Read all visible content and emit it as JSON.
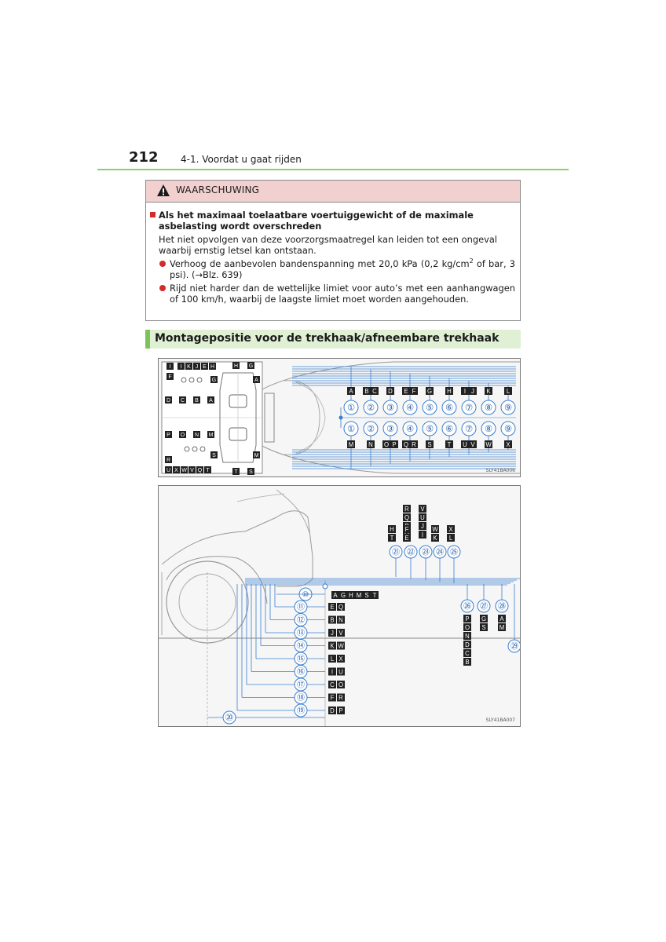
{
  "header": {
    "page_number": "212",
    "chapter": "4-1. Voordat u gaat rijden"
  },
  "warning": {
    "title": "WAARSCHUWING",
    "heading": "Als het maximaal toelaatbare voertuiggewicht of de maximale asbelasting wordt overschreden",
    "paragraph": "Het niet opvolgen van deze voorzorgsmaatregel kan leiden tot een ongeval waarbij ernstig letsel kan ontstaan.",
    "bullet1_text": "Verhoog de aanbevolen bandenspanning met 20,0 kPa (0,2 kg/cm",
    "bullet1_sup": "2",
    "bullet1_tail": " of bar, 3 psi). (→Blz. 639)",
    "bullet2": "Rijd niet harder dan de wettelijke limiet voor auto’s met een aanhangwagen of 100 km/h, waarbij de laagste limiet moet worden aangehouden."
  },
  "section": {
    "title": "Montagepositie voor de trekhaak/afneembare trekhaak"
  },
  "figure1": {
    "code": "SLY41BA006",
    "inset_top_row": [
      "I",
      "K",
      "J",
      "E",
      "H"
    ],
    "inset_top_left": "F",
    "inset_top_g": "G",
    "inset_mid_row": [
      "D",
      "C",
      "B",
      "A"
    ],
    "inset_low_row": [
      "P",
      "O",
      "N",
      "M"
    ],
    "inset_low_r": "R",
    "inset_low_s": "S",
    "inset_bottom_row": [
      "U",
      "X",
      "W",
      "V",
      "Q",
      "T"
    ],
    "bumper_top": [
      "H",
      "G"
    ],
    "bumper_a": "A",
    "bumper_m": "M",
    "bumper_bottom": [
      "T",
      "S"
    ],
    "upper_letters": [
      [
        "A"
      ],
      [
        "B",
        "C"
      ],
      [
        "D"
      ],
      [
        "E",
        "F"
      ],
      [
        "G"
      ],
      [
        "H"
      ],
      [
        "I",
        "J"
      ],
      [
        "K"
      ],
      [
        "L"
      ]
    ],
    "lower_letters": [
      [
        "M"
      ],
      [
        "N"
      ],
      [
        "O",
        "P"
      ],
      [
        "Q",
        "R"
      ],
      [
        "S"
      ],
      [
        "T"
      ],
      [
        "U",
        "V"
      ],
      [
        "W"
      ],
      [
        "X"
      ]
    ],
    "circles": [
      "①",
      "②",
      "③",
      "④",
      "⑤",
      "⑥",
      "⑦",
      "⑧",
      "⑨"
    ]
  },
  "figure2": {
    "code": "SLY41BA007",
    "top_columns": [
      [
        "R",
        "Q",
        "P",
        "O"
      ],
      [
        "V",
        "U",
        "J",
        "I"
      ],
      [
        "H",
        "T"
      ],
      [
        "F",
        "E"
      ],
      [
        "W",
        "K"
      ],
      [
        "X",
        "L"
      ]
    ],
    "top_circles": [
      "㉑",
      "㉒",
      "㉓",
      "㉔",
      "㉕"
    ],
    "row10_circle": "⑩",
    "row10_letters": [
      "A",
      "G",
      "H",
      "M",
      "S",
      "T"
    ],
    "rows": [
      {
        "circle": "⑪",
        "letters": [
          "E",
          "Q"
        ]
      },
      {
        "circle": "⑫",
        "letters": [
          "B",
          "N"
        ]
      },
      {
        "circle": "⑬",
        "letters": [
          "J",
          "V"
        ]
      },
      {
        "circle": "⑭",
        "letters": [
          "K",
          "W"
        ]
      },
      {
        "circle": "⑮",
        "letters": [
          "L",
          "X"
        ]
      },
      {
        "circle": "⑯",
        "letters": [
          "I",
          "U"
        ]
      },
      {
        "circle": "⑰",
        "letters": [
          "C",
          "O"
        ]
      },
      {
        "circle": "⑱",
        "letters": [
          "F",
          "R"
        ]
      },
      {
        "circle": "⑲",
        "letters": [
          "D",
          "P"
        ]
      }
    ],
    "bottom_circle": "⑳",
    "right_circles": [
      "㉖",
      "㉗",
      "㉘"
    ],
    "col26": [
      "P",
      "O",
      "N",
      "D",
      "C",
      "B"
    ],
    "col27": [
      "G",
      "S"
    ],
    "col28": [
      "A",
      "M"
    ],
    "circle29": "㉙"
  }
}
